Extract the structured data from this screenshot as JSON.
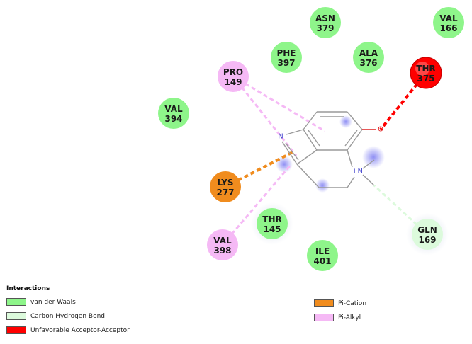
{
  "colors": {
    "van_der_waals": "#8ef58a",
    "carbon_hydrogen_bond": "#dcfadc",
    "unfavorable_acceptor_acceptor": "#ff0000",
    "pi_cation": "#f08c1e",
    "pi_alkyl": "#f5b9f5",
    "ligand_bond": "#9a9a9a",
    "nitrogen": "#4a4ad0",
    "oxygen": "#e02020"
  },
  "residues": [
    {
      "id": "asn379",
      "name": "ASN",
      "number": "379",
      "type": "van_der_waals"
    },
    {
      "id": "val166",
      "name": "VAL",
      "number": "166",
      "type": "van_der_waals"
    },
    {
      "id": "phe397",
      "name": "PHE",
      "number": "397",
      "type": "van_der_waals"
    },
    {
      "id": "ala376",
      "name": "ALA",
      "number": "376",
      "type": "van_der_waals"
    },
    {
      "id": "thr375",
      "name": "THR",
      "number": "375",
      "type": "unfavorable_acceptor_acceptor"
    },
    {
      "id": "pro149",
      "name": "PRO",
      "number": "149",
      "type": "pi_alkyl"
    },
    {
      "id": "val394",
      "name": "VAL",
      "number": "394",
      "type": "van_der_waals"
    },
    {
      "id": "lys277",
      "name": "LYS",
      "number": "277",
      "type": "pi_cation"
    },
    {
      "id": "thr145",
      "name": "THR",
      "number": "145",
      "type": "van_der_waals"
    },
    {
      "id": "gln169",
      "name": "GLN",
      "number": "169",
      "type": "carbon_hydrogen_bond"
    },
    {
      "id": "val398",
      "name": "VAL",
      "number": "398",
      "type": "pi_alkyl"
    },
    {
      "id": "ile401",
      "name": "ILE",
      "number": "401",
      "type": "van_der_waals"
    }
  ],
  "ligand_atoms": {
    "ring_n": "N",
    "oxygen": "O",
    "amine_n": "+N"
  },
  "legend": {
    "title": "Interactions",
    "items": [
      {
        "label": "van der Waals",
        "type": "van_der_waals"
      },
      {
        "label": "Carbon Hydrogen Bond",
        "type": "carbon_hydrogen_bond"
      },
      {
        "label": "Unfavorable Acceptor-Acceptor",
        "type": "unfavorable_acceptor_acceptor"
      },
      {
        "label": "Pi-Cation",
        "type": "pi_cation"
      },
      {
        "label": "Pi-Alkyl",
        "type": "pi_alkyl"
      }
    ]
  }
}
